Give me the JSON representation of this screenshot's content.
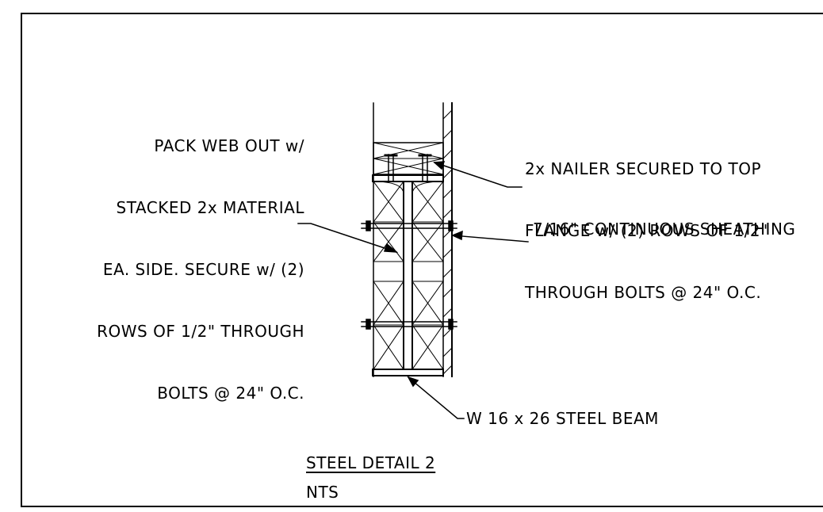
{
  "notes": {
    "pack_web": [
      "PACK WEB OUT w/",
      "STACKED 2x MATERIAL",
      "EA. SIDE. SECURE w/ (2)",
      "ROWS OF 1/2\" THROUGH",
      "BOLTS @ 24\" O.C."
    ],
    "nailer": [
      "2x NAILER SECURED TO TOP",
      "FLANGE w/ (2) ROWS OF 1/2\"",
      "THROUGH BOLTS @ 24\" O.C."
    ],
    "sheathing": "7/16\" CONTINUOUS SHEATHING",
    "beam": "W 16 x 26 STEEL BEAM"
  },
  "title_block": {
    "title": "STEEL DETAIL 2",
    "scale": "NTS"
  }
}
